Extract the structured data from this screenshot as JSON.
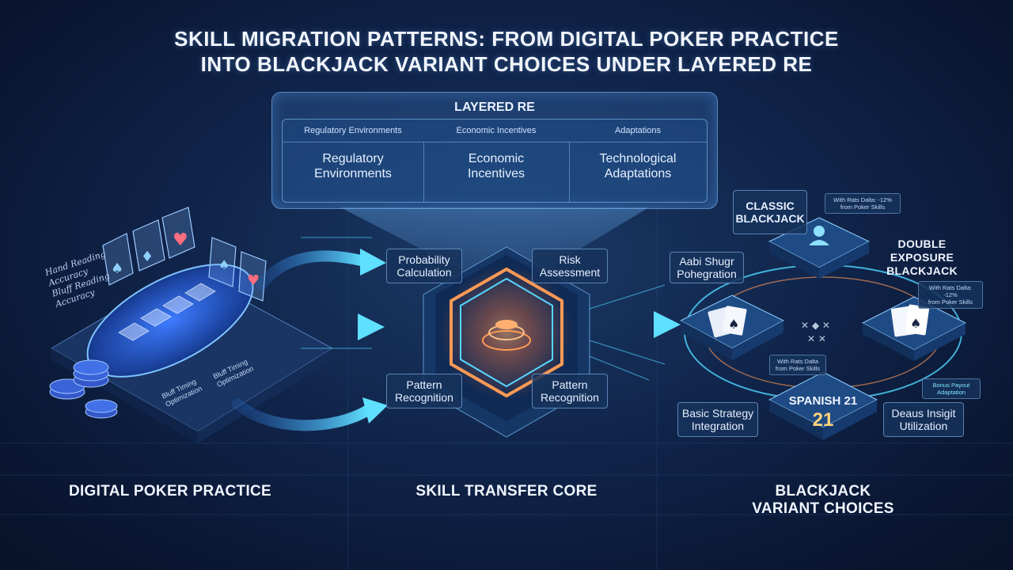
{
  "title": {
    "line1": "SKILL MIGRATION PATTERNS: FROM DIGITAL POKER PRACTICE",
    "line2": "INTO BLACKJACK VARIANT CHOICES UNDER LAYERED RE"
  },
  "layered_panel": {
    "title": "LAYERED RE",
    "columns": [
      {
        "header": "Regulatory Environments",
        "main_line1": "Regulatory",
        "main_line2": "Environments"
      },
      {
        "header": "Economic Incentives",
        "main_line1": "Economic",
        "main_line2": "Incentives"
      },
      {
        "header": "Adaptations",
        "main_line1": "Technological",
        "main_line2": "Adaptations"
      }
    ]
  },
  "left": {
    "label": "DIGITAL POKER PRACTICE",
    "notes": [
      "Hand Reading",
      "Accuracy",
      "Bluff Reading",
      "Accuracy"
    ],
    "board_text_line1": "Bluff Timing",
    "board_text_line2": "Optimization"
  },
  "center": {
    "label": "SKILL TRANSFER CORE",
    "skills": [
      {
        "line1": "Probability",
        "line2": "Calculation"
      },
      {
        "line1": "Risk",
        "line2": "Assessment"
      },
      {
        "line1": "Pattern",
        "line2": "Recognition"
      },
      {
        "line1": "Pattern",
        "line2": "Recognition"
      }
    ]
  },
  "right": {
    "label_line1": "BLACKJACK",
    "label_line2": "VARIANT CHOICES",
    "classic": {
      "line1": "CLASSIC",
      "line2": "BLACKJACK"
    },
    "double": {
      "line1": "DOUBLE",
      "line2": "EXPOSURE",
      "line3": "BLACKJACK"
    },
    "spanish": {
      "line1": "SPANISH 21",
      "line2": "21"
    },
    "aabi": {
      "line1": "Aabi Shugr",
      "line2": "Pohegration"
    },
    "basic": {
      "line1": "Basic Strategy",
      "line2": "Integration"
    },
    "deaus": {
      "line1": "Deaus Insigit",
      "line2": "Utilization"
    },
    "note_classic": {
      "line1": "With Rats Dalta: -12%",
      "line2": "from Poker Skills"
    },
    "note_double": {
      "line1": "With Rats Dalta: -12%",
      "line2": "from Poker Skills"
    },
    "note_mid": {
      "line1": "With Rats Dalta",
      "line2": "from Poker Skills"
    },
    "note_bonus": {
      "line1": "Bonus Payout",
      "line2": "Adaptation"
    }
  },
  "colors": {
    "accent_cyan": "#4fd4ff",
    "glow_orange": "#ff8a3d",
    "panel_border": "#8cc8ff"
  }
}
